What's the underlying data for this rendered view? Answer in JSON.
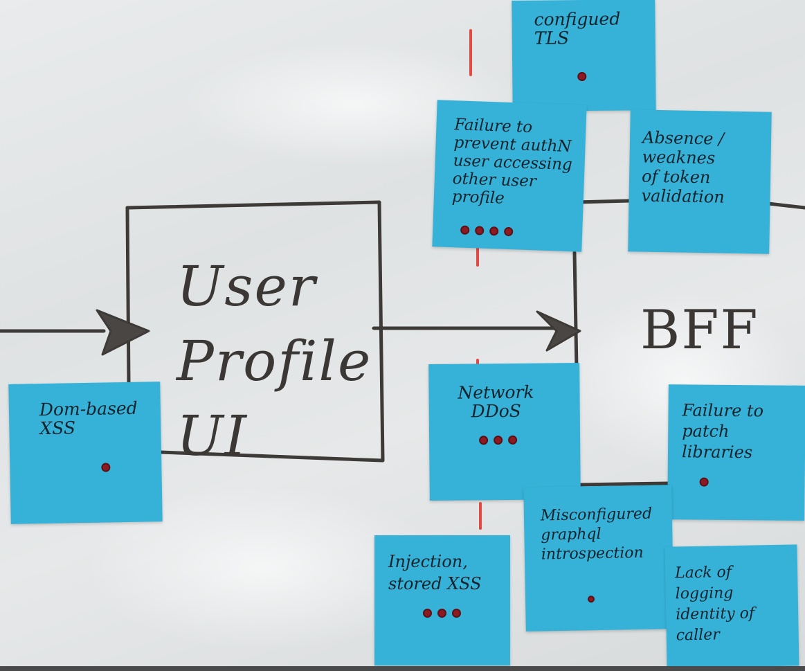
{
  "board": {
    "labels": {
      "user_profile_ui": "User\nProfile\nUI",
      "bff": "BFF"
    }
  },
  "notes": {
    "tls": {
      "text": "configued\nTLS",
      "votes": 1
    },
    "failure_prevent": {
      "text": "Failure to\nprevent authN\nuser accessing\nother user\nprofile",
      "votes": 4
    },
    "absence_token": {
      "text": "Absence /\nweaknes\nof token\nvalidation",
      "votes": 0
    },
    "dom_xss": {
      "text": "Dom-based\nXSS",
      "votes": 1
    },
    "network_ddos": {
      "text": "Network\nDDoS",
      "votes": 3
    },
    "failure_patch": {
      "text": "Failure to\npatch\nlibraries",
      "votes": 1
    },
    "misconfigured_graphql": {
      "text": "Misconfigured\ngraphql\nintrospection",
      "votes": 1
    },
    "injection": {
      "text": "Injection,\nstored XSS",
      "votes": 3
    },
    "lack_logging": {
      "text": "Lack of\nlogging\nidentity of\ncaller",
      "votes": 0
    }
  },
  "colors": {
    "note": "#36b2d8",
    "ink": "#3a3735",
    "vote_dot": "#8b1a22",
    "red_marker": "#e24a44"
  }
}
